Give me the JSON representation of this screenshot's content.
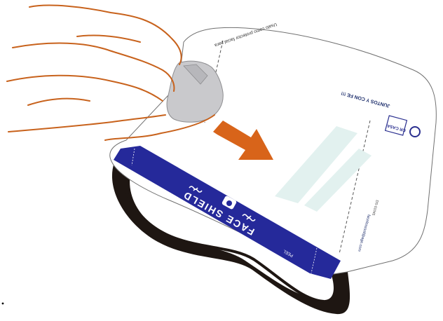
{
  "illustration": {
    "shield_header_text": "Usalo como protector facial para",
    "slogan": "JUNTOS Y CON FE !!!",
    "logo_text": "CR CASA",
    "band_title": "FACE SHIELD",
    "band_small_text": "PEEL",
    "website": "facelesssoldpage.com",
    "side_code": "DS-01045",
    "colors": {
      "band": "#25299a",
      "strap": "#1e1612",
      "hand_outline": "#c8621c",
      "arrow": "#d8641a",
      "film": "#c9c9cc",
      "lens_stripe": "#e2f1ef"
    }
  }
}
